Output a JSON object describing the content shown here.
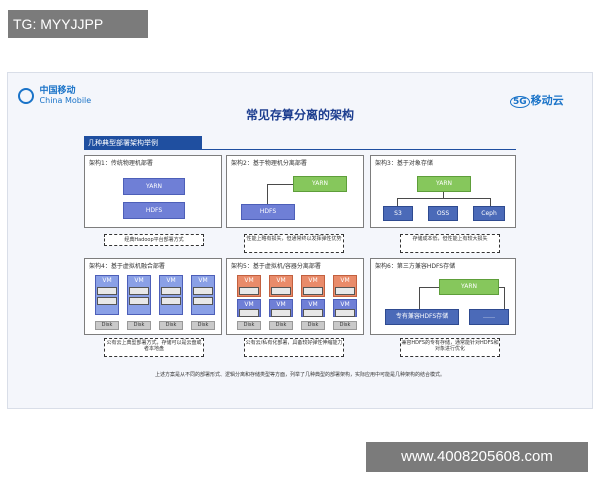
{
  "watermark_top": "TG: MYYJJPP",
  "watermark_bottom": "www.4008205608.com",
  "logo_left": {
    "cn": "中国移动",
    "en": "China Mobile"
  },
  "logo_right": {
    "g5": "5G",
    "name": "移动云"
  },
  "title": "常见存算分离的架构",
  "section_label": "几种典型部署架构举例",
  "panels": {
    "p1": {
      "label": "架构1：传统物理机部署",
      "boxes": [
        "YARN",
        "HDFS"
      ],
      "note": "经典Hadoop平台部署方式"
    },
    "p2": {
      "label": "架构2：基于物理机分离部署",
      "boxes": [
        "YARN",
        "HDFS"
      ],
      "note": "性能上略有损失，但通常终以发挥弹性优势"
    },
    "p3": {
      "label": "架构3：基于对象存储",
      "boxes": [
        "YARN",
        "S3",
        "OSS",
        "Ceph"
      ],
      "note": "存储成本低，但性能上有较大损失"
    },
    "p4": {
      "label": "架构4：基于虚拟机融合部署",
      "vm": "VM",
      "disk": "Disk",
      "note": "公有云上典型部署方式，存储可以是云盘或者本地盘"
    },
    "p5": {
      "label": "架构5：基于虚拟机/容器分离部署",
      "vm": "VM",
      "disk": "Disk",
      "note": "公有云/私有化部署，具备较好弹性伸缩能力"
    },
    "p6": {
      "label": "架构6：第三方兼容HDFS存储",
      "boxes": [
        "YARN",
        "专有兼容HDFS存储",
        "……"
      ],
      "note": "兼容HDFS的专有存储，通常能针对HDFS和对象进行优化"
    }
  },
  "caption": "上述方案是从不同的部署形式、逻辑分离和存储类型等方面，列举了几种典型的部署架构，实际应用中可能是几种架构的结合模式。"
}
